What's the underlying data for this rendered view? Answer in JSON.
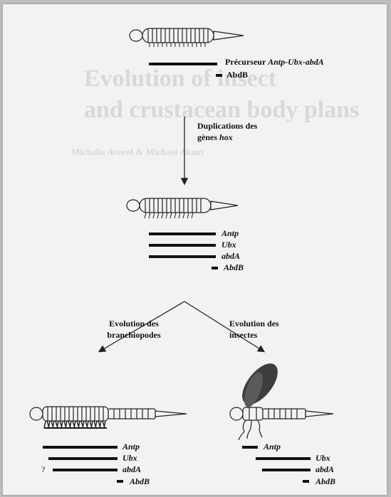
{
  "labels": {
    "ancestor_prefix": "Précurseur ",
    "ancestor_genes": "Antp-Ubx-abdA",
    "ancestor_abdb": "AbdB",
    "duplication_line1": "Duplications des",
    "duplication_line2_prefix": "gènes ",
    "duplication_line2_italic": "hox",
    "mid_genes": [
      "Antp",
      "Ubx",
      "abdA",
      "AbdB"
    ],
    "branch_left_line1": "Evolution des",
    "branch_left_line2": "branchiopodes",
    "branch_right_line1": "Evolution des",
    "branch_right_line2": "insectes",
    "left_genes": [
      "Antp",
      "Ubx",
      "abdA",
      "AbdB"
    ],
    "left_question": "?",
    "right_genes": [
      "Antp",
      "Ubx",
      "abdA",
      "AbdB"
    ]
  },
  "bleed_through": {
    "heading_1": "Evolution of insect",
    "heading_2": "and crustacean body plans",
    "byline": "Michalis Averof & Michael Akam"
  }
}
